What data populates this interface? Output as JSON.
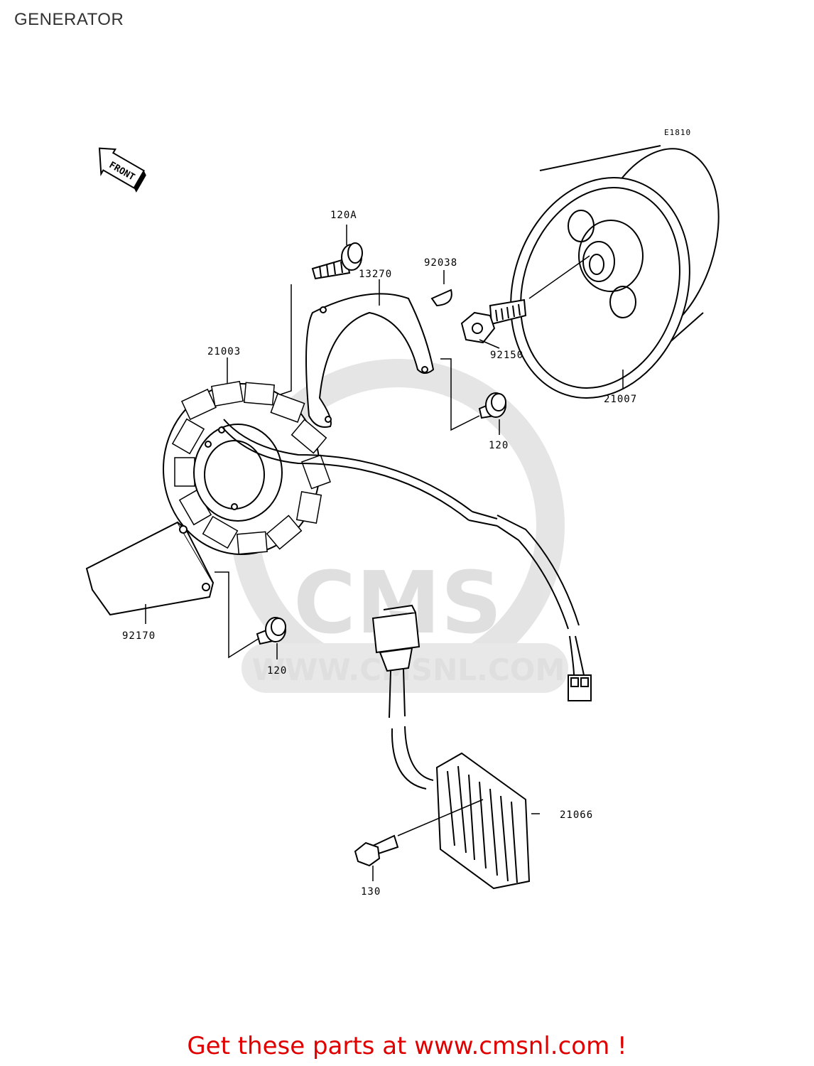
{
  "page": {
    "title": "GENERATOR",
    "code": "E1810",
    "front_label": "FRONT"
  },
  "watermark": {
    "brand": "CMS",
    "url": "WWW.CMSNL.COM"
  },
  "parts": [
    {
      "id": "120A",
      "label": "120A"
    },
    {
      "id": "13270",
      "label": "13270"
    },
    {
      "id": "92038",
      "label": "92038"
    },
    {
      "id": "92150",
      "label": "92150"
    },
    {
      "id": "21007",
      "label": "21007"
    },
    {
      "id": "21003",
      "label": "21003"
    },
    {
      "id": "120b",
      "label": "120"
    },
    {
      "id": "92170",
      "label": "92170"
    },
    {
      "id": "120c",
      "label": "120"
    },
    {
      "id": "21066",
      "label": "21066"
    },
    {
      "id": "130",
      "label": "130"
    }
  ],
  "footer": {
    "text": "Get these parts at www.cmsnl.com !"
  },
  "colors": {
    "footer": "#e00000",
    "watermark": "#dcdcdc",
    "line": "#000000"
  }
}
